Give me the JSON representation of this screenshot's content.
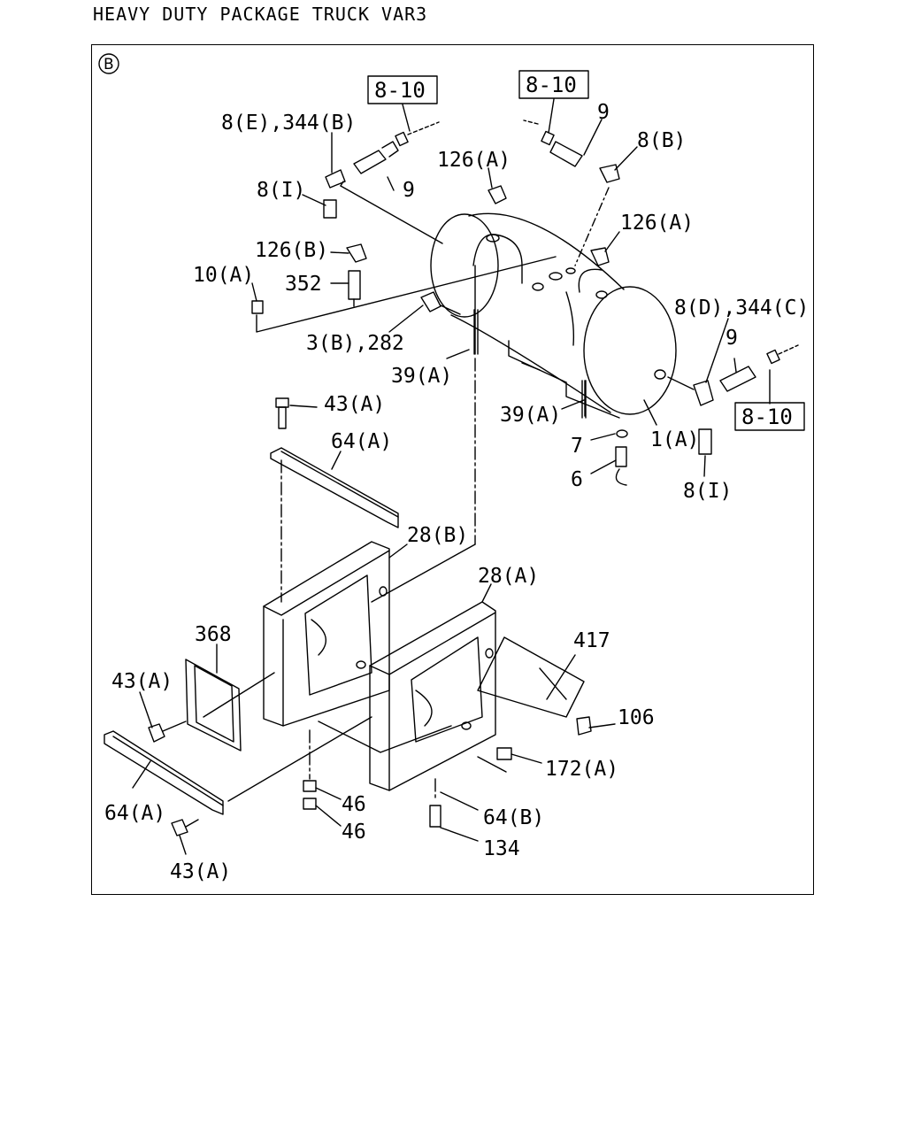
{
  "header": {
    "title": "HEAVY DUTY PACKAGE TRUCK VAR3"
  },
  "diagram": {
    "section_marker": "B",
    "reference_boxes": [
      "8-10",
      "8-10",
      "8-10"
    ],
    "callouts": [
      "8(E),344(B)",
      "9",
      "8(I)",
      "126(B)",
      "352",
      "10(A)",
      "3(B),282",
      "126(A)",
      "9",
      "8(B)",
      "126(A)",
      "8(D),344(C)",
      "9",
      "39(A)",
      "39(A)",
      "7",
      "6",
      "1(A)",
      "8(I)",
      "43(A)",
      "64(A)",
      "28(B)",
      "28(A)",
      "368",
      "43(A)",
      "417",
      "106",
      "172(A)",
      "64(A)",
      "46",
      "46",
      "64(B)",
      "134",
      "43(A)"
    ]
  }
}
